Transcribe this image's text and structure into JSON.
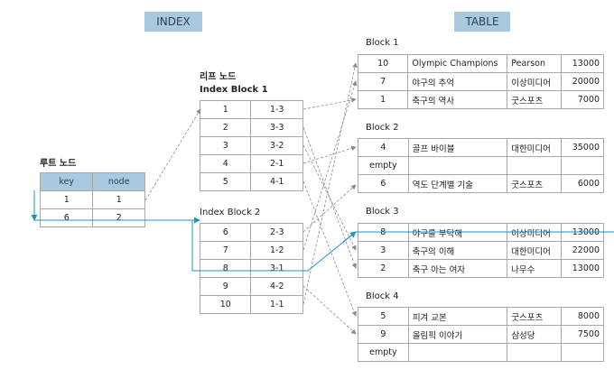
{
  "headers": {
    "index": "INDEX",
    "table": "TABLE"
  },
  "root": {
    "title": "루트 노드",
    "columns": [
      "key",
      "node"
    ],
    "rows": [
      [
        "1",
        "1"
      ],
      [
        "6",
        "2"
      ]
    ]
  },
  "leaf": {
    "title": "리프 노드",
    "blocks": [
      {
        "name": "Index Block 1",
        "rows": [
          [
            "1",
            "1-3"
          ],
          [
            "2",
            "3-3"
          ],
          [
            "3",
            "3-2"
          ],
          [
            "4",
            "2-1"
          ],
          [
            "5",
            "4-1"
          ]
        ]
      },
      {
        "name": "Index Block 2",
        "rows": [
          [
            "6",
            "2-3"
          ],
          [
            "7",
            "1-2"
          ],
          [
            "8",
            "3-1"
          ],
          [
            "9",
            "4-2"
          ],
          [
            "10",
            "1-1"
          ]
        ]
      }
    ]
  },
  "blocks": [
    {
      "name": "Block 1",
      "rows": [
        [
          "10",
          "Olympic Champions",
          "Pearson",
          "13000"
        ],
        [
          "7",
          "야구의 추억",
          "이상미디어",
          "20000"
        ],
        [
          "1",
          "축구의 역사",
          "굿스포츠",
          "7000"
        ]
      ]
    },
    {
      "name": "Block 2",
      "rows": [
        [
          "4",
          "골프 바이블",
          "대한미디어",
          "35000"
        ],
        [
          "empty",
          "",
          "",
          ""
        ],
        [
          "6",
          "역도 단계별 기술",
          "굿스포츠",
          "6000"
        ]
      ]
    },
    {
      "name": "Block 3",
      "rows": [
        [
          "8",
          "야구를 부탁해",
          "이상미디어",
          "13000"
        ],
        [
          "3",
          "축구의 이해",
          "대한미디어",
          "22000"
        ],
        [
          "2",
          "축구 아는 여자",
          "나무수",
          "13000"
        ]
      ]
    },
    {
      "name": "Block 4",
      "rows": [
        [
          "5",
          "피겨 교본",
          "굿스포츠",
          "8000"
        ],
        [
          "9",
          "올림픽 이야기",
          "삼성당",
          "7500"
        ],
        [
          "empty",
          "",
          "",
          ""
        ]
      ]
    }
  ],
  "colors": {
    "header": "#a9c9df",
    "border": "#a8a8a8",
    "search_path": "#1e93c6",
    "pointer": "#8a8a8a"
  }
}
